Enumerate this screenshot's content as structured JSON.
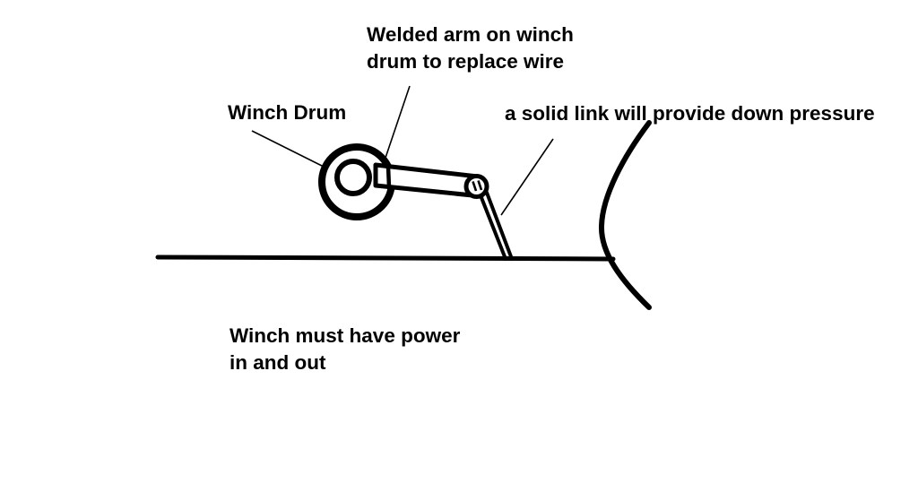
{
  "colors": {
    "background": "#ffffff",
    "ink": "#000000"
  },
  "annotations": {
    "welded_arm": "Welded arm on winch\ndrum to replace wire",
    "winch_drum": "Winch Drum",
    "solid_link": "a solid link will provide down pressure",
    "power_note": "Winch must have power\nin and out"
  }
}
